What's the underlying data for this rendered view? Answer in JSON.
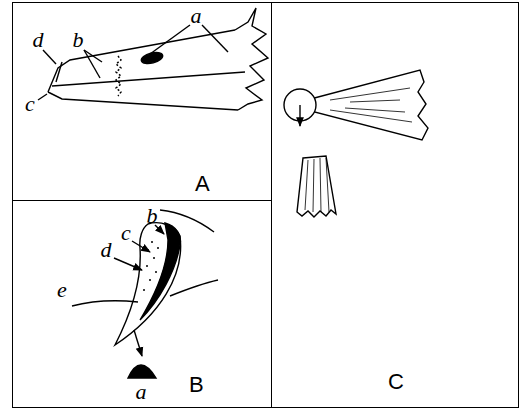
{
  "diagram": {
    "nodes": [
      {
        "text": [
          "A"
        ]
      },
      {
        "text": [
          "B"
        ]
      },
      {
        "text": [
          "C"
        ]
      }
    ],
    "labels": [
      "d",
      "b",
      "a",
      "c",
      "b",
      "c",
      "d",
      "e",
      "a"
    ]
  }
}
